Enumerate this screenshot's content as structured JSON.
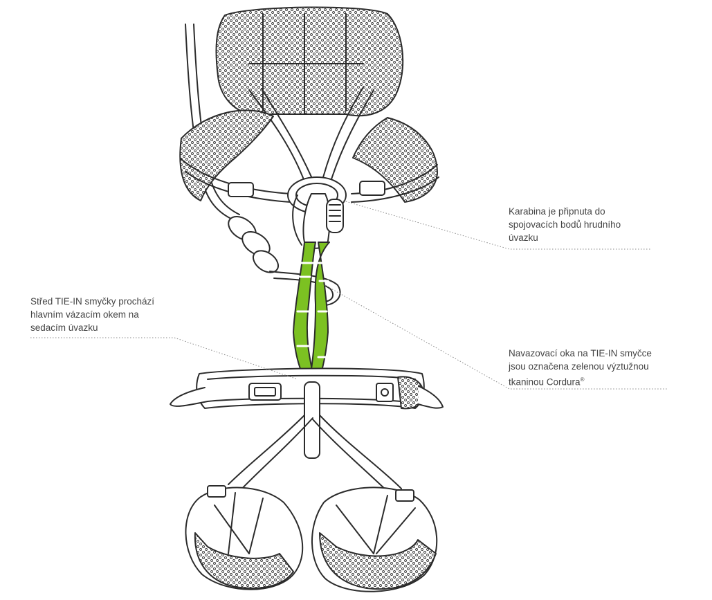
{
  "colors": {
    "outline": "#2b2b2b",
    "sling_green": "#7cc122",
    "sling_green_dark": "#5e9c16",
    "mesh_dots": "#3a3a3a",
    "leader_line": "#8a8a8a",
    "text": "#444444"
  },
  "illustration": {
    "subject": "harness-with-tie-in-sling-diagram"
  },
  "callouts": [
    {
      "id": "carabiner",
      "lines": [
        "Karabina je připnuta do",
        "spojovacích bodů hrudního",
        "úvazku"
      ]
    },
    {
      "id": "tiein-center",
      "lines": [
        "Střed TIE-IN smyčky prochází",
        "hlavním vázacím okem na",
        "sedacím úvazku"
      ]
    },
    {
      "id": "tiein-loops",
      "lines": [
        "Navazovací oka na TIE-IN smyčce",
        "jsou označena zelenou výztužnou",
        "tkaninou Cordura"
      ],
      "superscript": "®"
    }
  ]
}
